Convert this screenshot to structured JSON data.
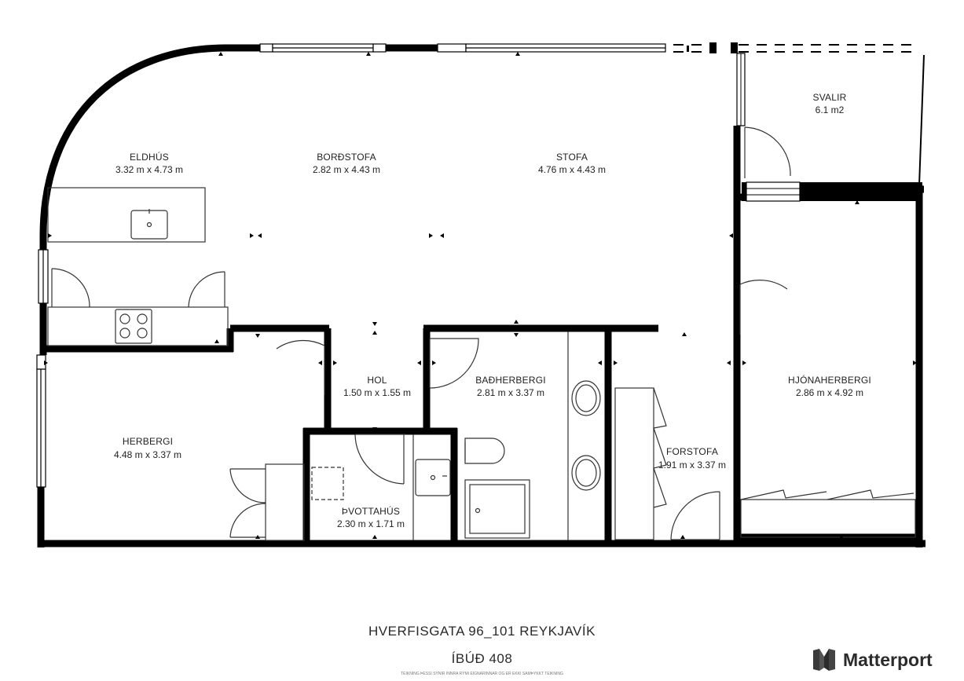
{
  "rooms": {
    "eldhus": {
      "name": "ELDHÚS",
      "dims": "3.32 m x 4.73 m"
    },
    "bordstofa": {
      "name": "BORÐSTOFA",
      "dims": "2.82 m x 4.43 m"
    },
    "stofa": {
      "name": "STOFA",
      "dims": "4.76 m x 4.43 m"
    },
    "svalir": {
      "name": "SVALIR",
      "dims": "6.1 m2"
    },
    "hol": {
      "name": "HOL",
      "dims": "1.50 m x 1.55 m"
    },
    "badherbergi": {
      "name": "BAÐHERBERGI",
      "dims": "2.81 m x 3.37 m"
    },
    "hjonaherbergi": {
      "name": "HJÓNAHERBERGI",
      "dims": "2.86 m x 4.92 m"
    },
    "herbergi": {
      "name": "HERBERGI",
      "dims": "4.48 m x 3.37 m"
    },
    "forstofa": {
      "name": "FORSTOFA",
      "dims": "1.91 m x 3.37 m"
    },
    "thvottahus": {
      "name": "ÞVOTTAHÚS",
      "dims": "2.30 m x 1.71 m"
    }
  },
  "footer": {
    "address": "HVERFISGATA 96_101 REYKJAVÍK",
    "unit": "ÍBÚÐ 408",
    "disclaimer": "TEIKNING ÞESSI SÝNIR INNRA RÝMI EIGNARINNAR OG ER EKKI SAMÞYKKT TEIKNING"
  },
  "brand": {
    "name": "Matterport",
    "icon": "matterport-logo-icon"
  },
  "colors": {
    "wall": "#000000",
    "fixture": "#333333",
    "background": "#ffffff"
  }
}
